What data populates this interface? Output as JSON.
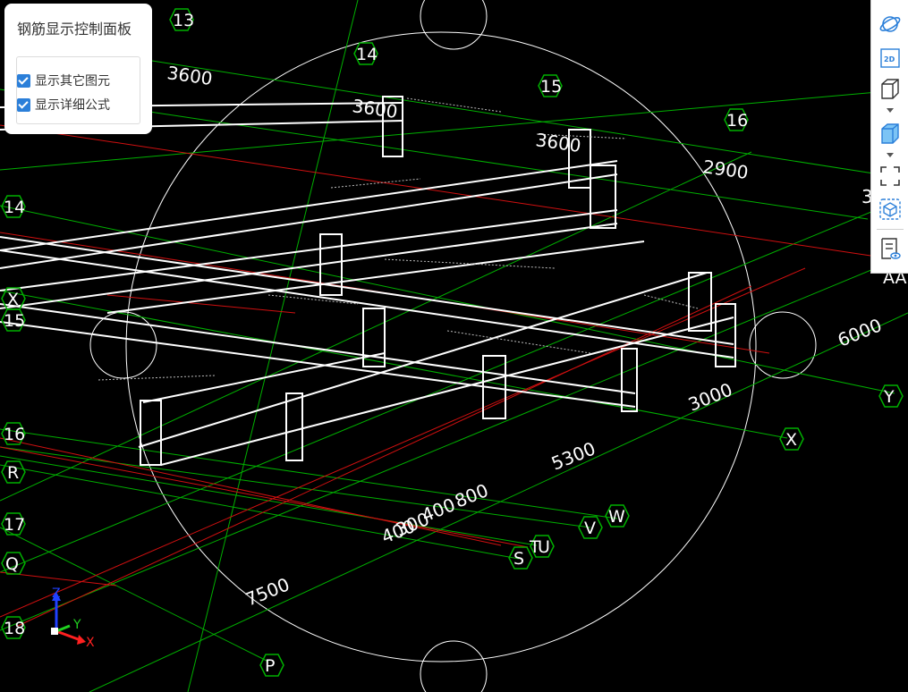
{
  "panel": {
    "title": "钢筋显示控制面板",
    "options": [
      {
        "label": "显示其它图元",
        "checked": true
      },
      {
        "label": "显示详细公式",
        "checked": true
      }
    ]
  },
  "axes": {
    "top": [
      "13",
      "14",
      "15",
      "16"
    ],
    "left": [
      "14",
      "15",
      "16",
      "17",
      "18",
      "Q",
      "R",
      "X"
    ],
    "right": [
      "Y",
      "X",
      "W",
      "V",
      "U",
      "T",
      "S",
      "P",
      "AA"
    ]
  },
  "dimensions": [
    "3600",
    "3600",
    "3600",
    "2900",
    "6000",
    "3000",
    "5300",
    "400",
    "800",
    "400",
    "300",
    "7500",
    "3"
  ],
  "toolbar": {
    "items": [
      "orbit-icon",
      "view-2d-icon",
      "view-3d-wireframe-icon",
      "view-3d-solid-icon",
      "fit-view-icon",
      "section-box-icon",
      "display-settings-icon"
    ],
    "label_2d": "2D"
  },
  "coord_axes": {
    "x": "X",
    "y": "Y",
    "z": "Z"
  },
  "colors": {
    "background": "#000000",
    "grid_line": "#00b000",
    "reference_line": "#d01010",
    "beam": "#ffffff",
    "accent": "#2b7fd9"
  }
}
